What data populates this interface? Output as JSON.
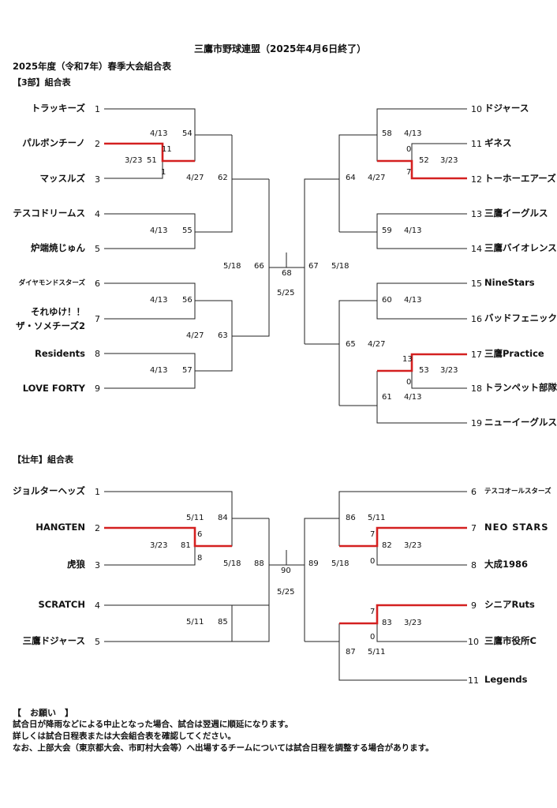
{
  "header": {
    "title": "三鷹市野球連盟（2025年4月6日終了）",
    "subtitle": "2025年度（令和7年）春季大会組合表"
  },
  "div3": {
    "label": "【3部】組合表",
    "teams": [
      {
        "no": "1",
        "name": "トラッキーズ"
      },
      {
        "no": "2",
        "name": "パルボンチーノ"
      },
      {
        "no": "3",
        "name": "マッスルズ"
      },
      {
        "no": "4",
        "name": "テスコドリームス"
      },
      {
        "no": "5",
        "name": "炉端焼じゅん"
      },
      {
        "no": "6",
        "name": "ダイヤモンドスターズ"
      },
      {
        "no": "7",
        "name_line1": "それゆけ！！",
        "name_line2": "ザ・ソメチーズ2"
      },
      {
        "no": "8",
        "name": "Residents"
      },
      {
        "no": "9",
        "name": "LOVE FORTY"
      },
      {
        "no": "10",
        "name": "ドジャース"
      },
      {
        "no": "11",
        "name": "ギネス"
      },
      {
        "no": "12",
        "name": "トーホーエアーズ"
      },
      {
        "no": "13",
        "name": "三鷹イーグルス"
      },
      {
        "no": "14",
        "name": "三鷹バイオレンス"
      },
      {
        "no": "15",
        "name": "NineStars"
      },
      {
        "no": "16",
        "name": "バッドフェニックス"
      },
      {
        "no": "17",
        "name": "三鷹Practice"
      },
      {
        "no": "18",
        "name": "トランペット部隊"
      },
      {
        "no": "19",
        "name": "ニューイーグルス"
      }
    ],
    "games": {
      "g51": {
        "no": "51",
        "date": "3/23",
        "score_a": "11",
        "score_b": "1"
      },
      "g54": {
        "no": "54",
        "date": "4/13"
      },
      "g55": {
        "no": "55",
        "date": "4/13"
      },
      "g62": {
        "no": "62",
        "date": "4/27"
      },
      "g56": {
        "no": "56",
        "date": "4/13"
      },
      "g57": {
        "no": "57",
        "date": "4/13"
      },
      "g63": {
        "no": "63",
        "date": "4/27"
      },
      "g66": {
        "no": "66",
        "date": "5/18"
      },
      "g68": {
        "no": "68",
        "date": "5/25"
      },
      "g67": {
        "no": "67",
        "date": "5/18"
      },
      "g52": {
        "no": "52",
        "date": "3/23",
        "score_a": "0",
        "score_b": "7"
      },
      "g58": {
        "no": "58",
        "date": "4/13"
      },
      "g59": {
        "no": "59",
        "date": "4/13"
      },
      "g64": {
        "no": "64",
        "date": "4/27"
      },
      "g60": {
        "no": "60",
        "date": "4/13"
      },
      "g53": {
        "no": "53",
        "date": "3/23",
        "score_a": "13",
        "score_b": "0"
      },
      "g61": {
        "no": "61",
        "date": "4/13"
      },
      "g65": {
        "no": "65",
        "date": "4/27"
      }
    }
  },
  "senior": {
    "label": "【壮年】組合表",
    "teams": [
      {
        "no": "1",
        "name": "ジョルターヘッズ"
      },
      {
        "no": "2",
        "name": "HANGTEN"
      },
      {
        "no": "3",
        "name": "虎狼"
      },
      {
        "no": "4",
        "name": "SCRATCH"
      },
      {
        "no": "5",
        "name": "三鷹ドジャース"
      },
      {
        "no": "6",
        "name": "テスコオールスターズ"
      },
      {
        "no": "7",
        "name": "NEO STARS"
      },
      {
        "no": "8",
        "name": "大成1986"
      },
      {
        "no": "9",
        "name": "シニアRuts"
      },
      {
        "no": "10",
        "name": "三鷹市役所C"
      },
      {
        "no": "11",
        "name": "Legends"
      }
    ],
    "games": {
      "g81": {
        "no": "81",
        "date": "3/23",
        "score_a": "6",
        "score_b": "8"
      },
      "g84": {
        "no": "84",
        "date": "5/11"
      },
      "g85": {
        "no": "85",
        "date": "5/11"
      },
      "g88": {
        "no": "88",
        "date": "5/18"
      },
      "g90": {
        "no": "90",
        "date": "5/25"
      },
      "g89": {
        "no": "89",
        "date": "5/18"
      },
      "g82": {
        "no": "82",
        "date": "3/23",
        "score_a": "7",
        "score_b": "0"
      },
      "g86": {
        "no": "86",
        "date": "5/11"
      },
      "g83": {
        "no": "83",
        "date": "3/23",
        "score_a": "7",
        "score_b": "0"
      },
      "g87": {
        "no": "87",
        "date": "5/11"
      }
    }
  },
  "notice": {
    "heading": "【　お願い　】",
    "line1": "試合日が降雨などによる中止となった場合、試合は翌週に順延になります。",
    "line2": "詳しくは試合日程表または大会組合表を確認してください。",
    "line3": "なお、上部大会（東京都大会、市町村大会等）へ出場するチームについては試合日程を調整する場合があります。"
  }
}
